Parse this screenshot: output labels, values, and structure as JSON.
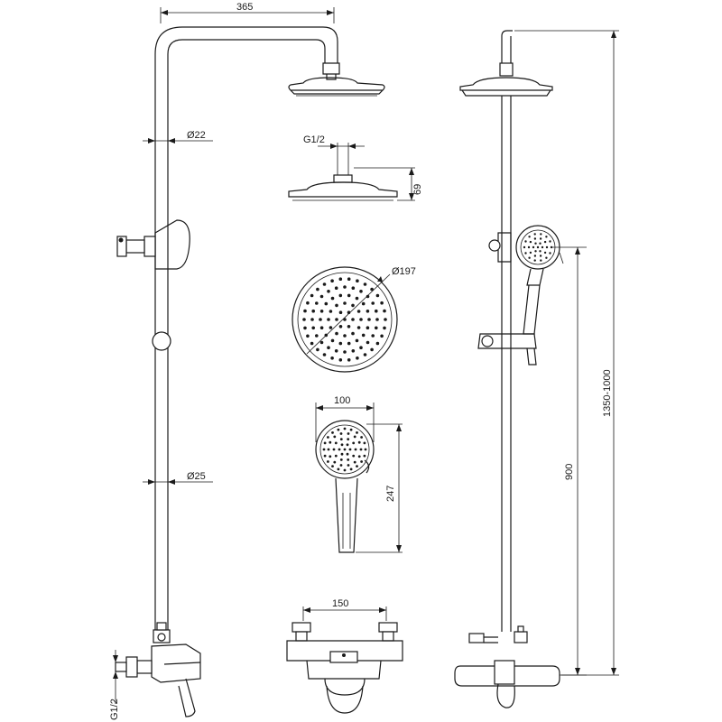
{
  "dimensions": {
    "arm_length": "365",
    "upper_pipe_diameter": "Ø22",
    "lower_pipe_diameter": "Ø25",
    "head_inlet_thread": "G1/2",
    "head_height": "69",
    "head_diameter": "Ø197",
    "hand_shower_width": "100",
    "hand_shower_length": "247",
    "mixer_width": "150",
    "inlet_thread": "G1/2",
    "slide_rail_height": "900",
    "total_height": "1350-1000"
  },
  "colors": {
    "line": "#1a1a1a",
    "background": "#ffffff"
  }
}
